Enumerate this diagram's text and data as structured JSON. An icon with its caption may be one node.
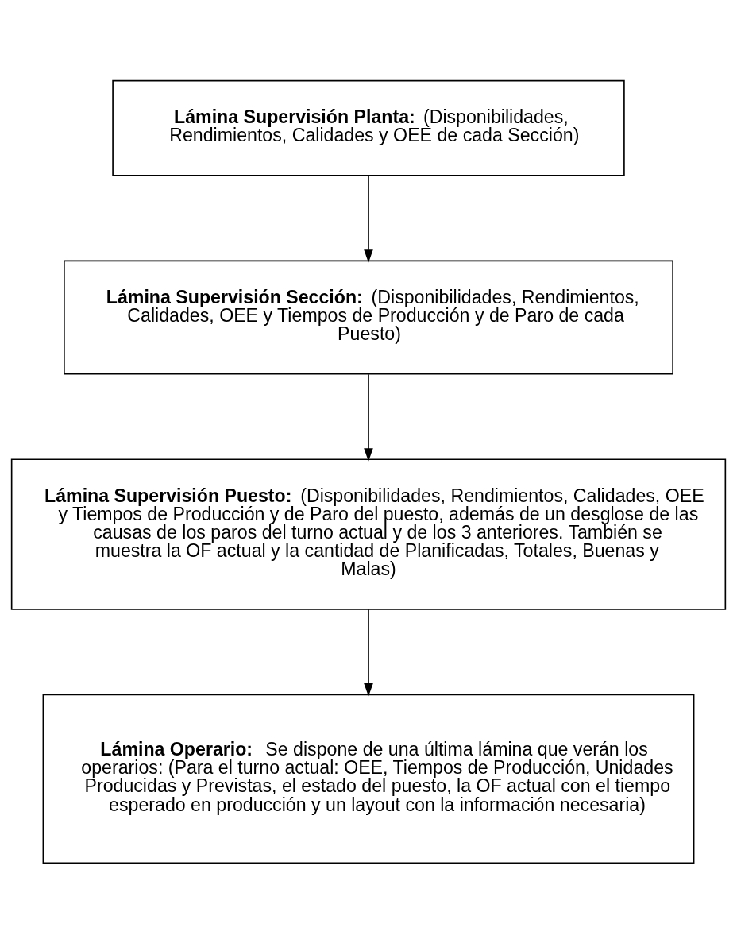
{
  "diagram": {
    "nodes": [
      {
        "text": [
          "Lámina Supervisión Planta:",
          "(Disponibilidades, Rendimientos, Calidades y OEE de cada Sección)"
        ]
      },
      {
        "text": [
          "Lámina Supervisión Sección:",
          "(Disponibilidades, Rendimientos, Calidades, OEE y Tiempos de Producción y de Paro de cada Puesto)"
        ]
      },
      {
        "text": [
          "Lámina Supervisión Puesto:",
          "(Disponibilidades, Rendimientos, Calidades, OEE y Tiempos de Producción y de Paro del puesto, además de un desglose de las causas de los paros del turno actual y de los 3 anteriores. También se muestra la OF actual y la cantidad de Planificadas, Totales, Buenas y Malas)"
        ]
      },
      {
        "text": [
          "Lámina Operario:",
          "Se dispone de una última lámina que verán los operarios: (Para el turno actual: OEE, Tiempos de Producción, Unidades Producidas y Previstas, el estado del puesto, la OF actual con el tiempo esperado en producción y un layout con la información necesaria)"
        ]
      }
    ],
    "edges": [
      {
        "from": 0,
        "to": 1,
        "arrow": "to"
      },
      {
        "from": 1,
        "to": 2,
        "arrow": "to"
      },
      {
        "from": 2,
        "to": 3,
        "arrow": "to"
      }
    ]
  }
}
